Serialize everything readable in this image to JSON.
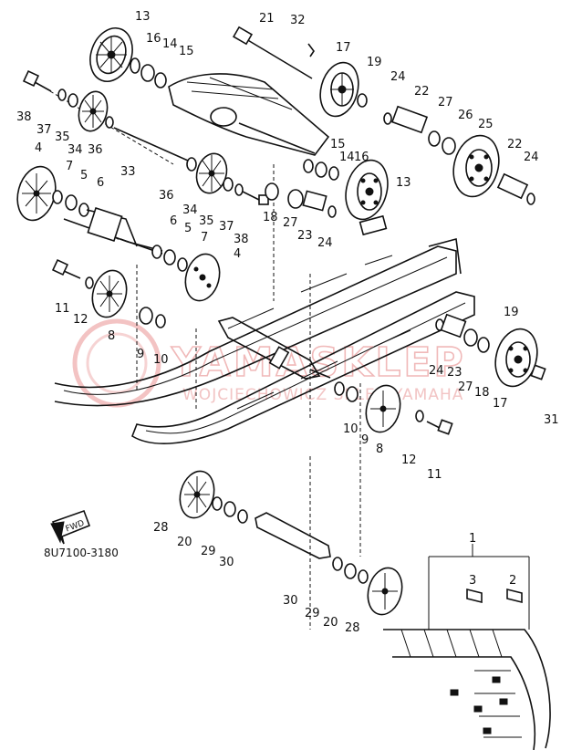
{
  "diagram": {
    "code": "8U7100-3180",
    "fwd": "FWD",
    "watermark": {
      "main": "YAMASKLEP",
      "sub": "WOJCIECHOWICZ SKLER YAMAHA"
    },
    "labels": {
      "l13a": "13",
      "l16a": "16",
      "l14a": "14",
      "l15a": "15",
      "l21": "21",
      "l32": "32",
      "l17a": "17",
      "l19a": "19",
      "l38a": "38",
      "l37a": "37",
      "l35a": "35",
      "l34a": "34",
      "l36a": "36",
      "l24a": "24",
      "l22a": "22",
      "l27a": "27",
      "l26": "26",
      "l25": "25",
      "l4a": "4",
      "l7a": "7",
      "l5a": "5",
      "l6a": "6",
      "l33": "33",
      "l15b": "15",
      "l14b": "14",
      "l16b": "16",
      "l13b": "13",
      "l22b": "22",
      "l24b": "24",
      "l36b": "36",
      "l34b": "34",
      "l35b": "35",
      "l37b": "37",
      "l38b": "38",
      "l18a": "18",
      "l27b": "27",
      "l23a": "23",
      "l24c": "24",
      "l6b": "6",
      "l5b": "5",
      "l7b": "7",
      "l4b": "4",
      "l11a": "11",
      "l12a": "12",
      "l8a": "8",
      "l9a": "9",
      "l10a": "10",
      "l19b": "19",
      "l24d": "24",
      "l23b": "23",
      "l27c": "27",
      "l18b": "18",
      "l17b": "17",
      "l31": "31",
      "l10b": "10",
      "l9b": "9",
      "l8b": "8",
      "l12b": "12",
      "l11b": "11",
      "l28a": "28",
      "l20a": "20",
      "l29a": "29",
      "l30a": "30",
      "l1": "1",
      "l3": "3",
      "l2": "2",
      "l30b": "30",
      "l29b": "29",
      "l20b": "20",
      "l28b": "28"
    }
  }
}
